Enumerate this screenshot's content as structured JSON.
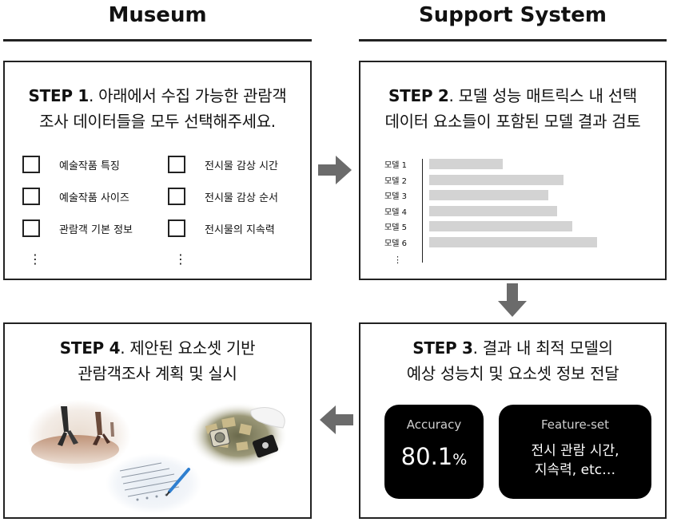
{
  "headers": {
    "left": "Museum",
    "right": "Support System"
  },
  "step1": {
    "step": "STEP 1",
    "line1_rest": ". 아래에서 수집 가능한 관람객",
    "line2": "조사 데이터들을 모두 선택해주세요.",
    "options_left": [
      "예술작품 특징",
      "예술작품 사이즈",
      "관람객 기본 정보"
    ],
    "options_right": [
      "전시물 감상 시간",
      "전시물 감상 순서",
      "전시물의 지속력"
    ],
    "more": "⋮"
  },
  "step2": {
    "step": "STEP 2",
    "line1_rest": ". 모델 성능 매트릭스 내 선택",
    "line2": "데이터 요소들이 포함된 모델 결과 검토",
    "chart_data": {
      "type": "bar",
      "orientation": "horizontal",
      "categories": [
        "모델 1",
        "모델 2",
        "모델 3",
        "모델 4",
        "모델 5",
        "모델 6"
      ],
      "values": [
        0.44,
        0.8,
        0.71,
        0.76,
        0.85,
        1.0
      ],
      "more": "⋮"
    }
  },
  "step3": {
    "step": "STEP 3",
    "line1_rest": ". 결과 내 최적 모델의",
    "line2": "예상 성능치 및 요소셋 정보 전달",
    "accuracy": {
      "label": "Accuracy",
      "value": "80.1",
      "unit": "%"
    },
    "feature_set": {
      "label": "Feature-set",
      "line1": "전시 관람 시간,",
      "line2": "지속력, etc…"
    }
  },
  "step4": {
    "step": "STEP 4",
    "line1_rest": ". 제안된 요소셋 기반",
    "line2": "관람객조사 계획 및 실시"
  },
  "colors": {
    "arrow": "#6b6b6b",
    "bar": "#d3d3d3",
    "tile": "#000000",
    "border": "#222222"
  }
}
